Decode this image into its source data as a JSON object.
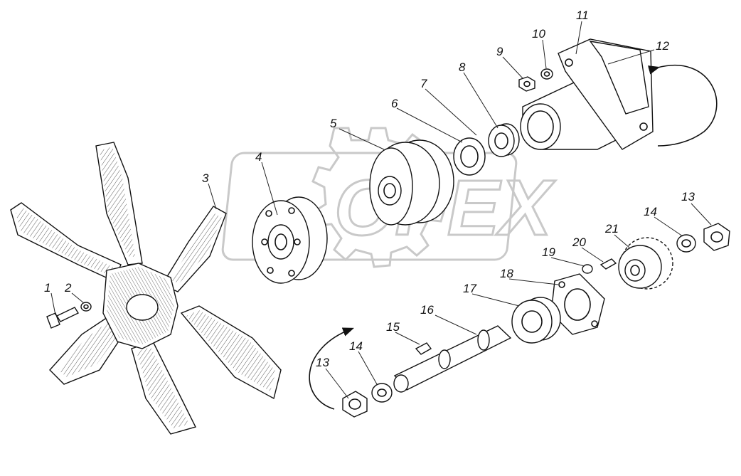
{
  "callouts": [
    "1",
    "2",
    "3",
    "4",
    "5",
    "6",
    "7",
    "8",
    "9",
    "10",
    "11",
    "12",
    "13",
    "14",
    "15",
    "16",
    "17",
    "18",
    "19",
    "20",
    "21",
    "13",
    "14"
  ],
  "watermark": {
    "text": "OPEX",
    "color": "#c9c9c9"
  },
  "colors": {
    "ink": "#111111",
    "background": "#ffffff"
  }
}
